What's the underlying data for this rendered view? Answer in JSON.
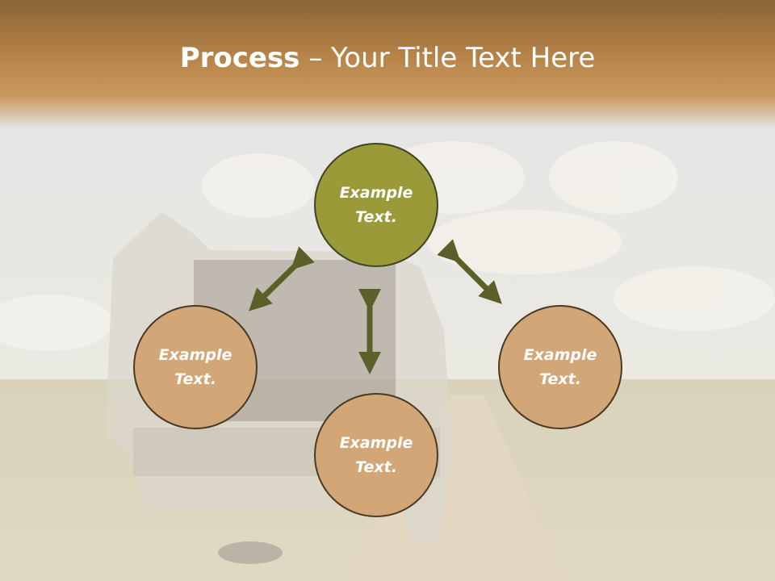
{
  "title": {
    "bold": "Process",
    "rest": " – Your Title Text Here"
  },
  "nodes": {
    "top": "Example Text.",
    "left": "Example Text.",
    "right": "Example Text.",
    "bottom": "Example Text."
  },
  "colors": {
    "title_band": "#b88449",
    "top_node": "#9a9a38",
    "other_nodes": "#d2a676",
    "arrows": "#5a6028"
  }
}
